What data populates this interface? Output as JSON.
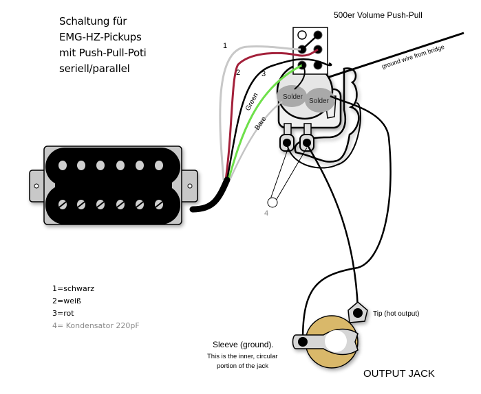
{
  "title": {
    "lines": [
      "Schaltung für",
      "EMG-HZ-Pickups",
      "mit Push-Pull-Poti",
      "seriell/parallel"
    ]
  },
  "pot_label": "500er Volume Push-Pull",
  "ground_wire_label": "ground wire from bridge",
  "wire_labels": {
    "wire1": "1",
    "wire2": "2",
    "wire3": "3",
    "green": "Green",
    "bare": "Bare",
    "capacitor": "4"
  },
  "solder_labels": [
    "Solder",
    "Solder"
  ],
  "legend": [
    {
      "text": "1=schwarz",
      "muted": false
    },
    {
      "text": "2=weiß",
      "muted": false
    },
    {
      "text": "3=rot",
      "muted": false
    },
    {
      "text": "4= Kondensator 220pF",
      "muted": true
    }
  ],
  "jack": {
    "tip_label": "Tip (hot output)",
    "sleeve_label": "Sleeve (ground).",
    "sleeve_note_1": "This is the inner, circular",
    "sleeve_note_2": "portion of the jack",
    "title": "OUTPUT JACK"
  },
  "colors": {
    "wire_white": "#c8c8c8",
    "wire_red": "#a3203a",
    "wire_black": "#000000",
    "wire_green": "#6ee04a",
    "wire_bare": "#c4c4c4",
    "solder": "#a9a9a9",
    "pot_body": "#e6e6e6",
    "jack_ring": "#d9b86a",
    "pickup": "#000000"
  }
}
